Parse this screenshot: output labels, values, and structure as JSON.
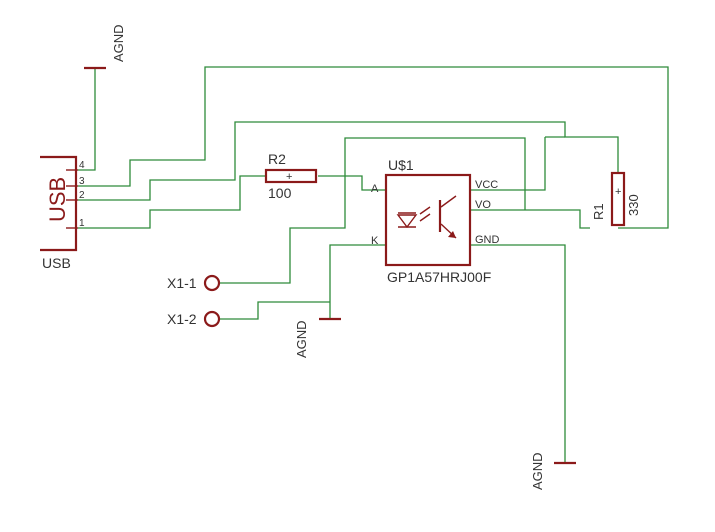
{
  "usb": {
    "name": "USB",
    "value": "USB",
    "pins": [
      "4",
      "3",
      "2",
      "1"
    ]
  },
  "r2": {
    "name": "R2",
    "value": "100",
    "sign": "+"
  },
  "r1": {
    "name": "R1",
    "value": "330",
    "sign": "+"
  },
  "u1": {
    "name": "U$1",
    "value": "GP1A57HRJ00F",
    "pins": {
      "a": "A",
      "k": "K",
      "vcc": "VCC",
      "vo": "VO",
      "gnd": "GND"
    }
  },
  "x1": {
    "pin1": "X1-1",
    "pin2": "X1-2"
  },
  "gnd": {
    "top": "AGND",
    "mid": "AGND",
    "bottom": "AGND"
  },
  "colors": {
    "wire": "#2e8b3a",
    "part": "#8b1a1a",
    "text": "#333333"
  }
}
